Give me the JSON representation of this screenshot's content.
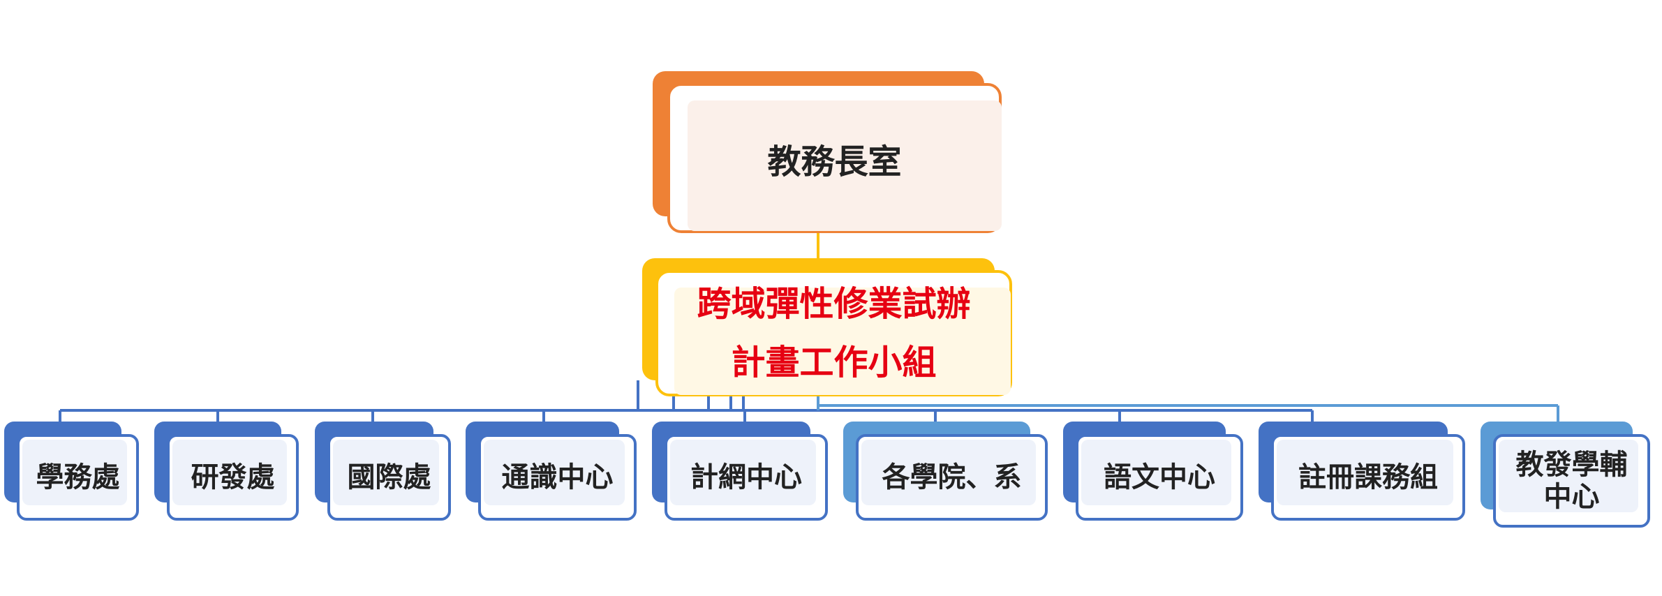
{
  "diagram": {
    "top": {
      "label": "教務長室"
    },
    "middle": {
      "label_line1": "跨域彈性修業試辦",
      "label_line2": "計畫工作小組"
    },
    "units": [
      {
        "label": "學務處"
      },
      {
        "label": "研發處"
      },
      {
        "label": "國際處"
      },
      {
        "label": "通識中心"
      },
      {
        "label": "計網中心"
      },
      {
        "label": "各學院、系"
      },
      {
        "label": "語文中心"
      },
      {
        "label": "註冊課務組"
      },
      {
        "label_line1": "教發學輔",
        "label_line2": "中心"
      }
    ]
  },
  "colors": {
    "top": "#EE8135",
    "middle": "#FDC10D",
    "middle_text": "#E60012",
    "unit_dark": "#4472C4",
    "unit_light": "#5B9BD5"
  }
}
